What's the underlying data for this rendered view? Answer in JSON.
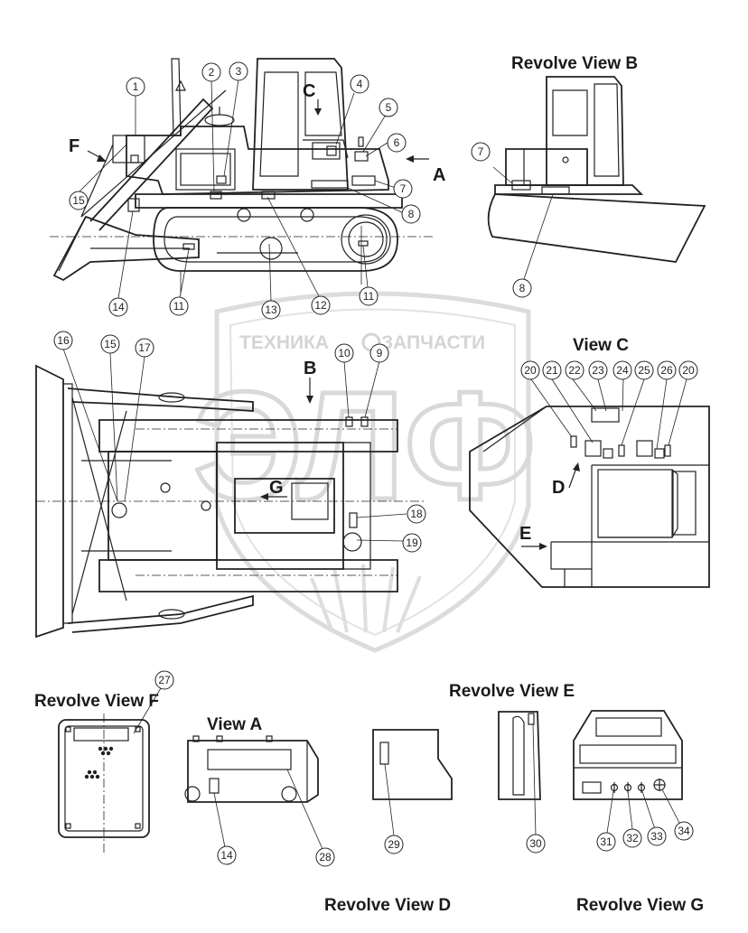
{
  "watermark": {
    "top_text_left": "ТЕХНИКА",
    "top_text_right": "ЗАПЧАСТИ",
    "big_text": "ЭЛФ"
  },
  "view_titles": {
    "revolve_b": "Revolve View B",
    "view_c": "View C",
    "revolve_f": "Revolve View F",
    "view_a": "View A",
    "revolve_e": "Revolve View E",
    "revolve_d": "Revolve View D",
    "revolve_g": "Revolve View G"
  },
  "direction_letters": {
    "a": "A",
    "b": "B",
    "c": "C",
    "d": "D",
    "e": "E",
    "f": "F",
    "g": "G"
  },
  "callouts": {
    "side_view": [
      "1",
      "2",
      "3",
      "4",
      "5",
      "6",
      "7",
      "8",
      "11",
      "11",
      "12",
      "13",
      "14",
      "15"
    ],
    "revolve_b": [
      "7",
      "8"
    ],
    "top_view": [
      "16",
      "15",
      "17",
      "10",
      "9",
      "18",
      "19"
    ],
    "view_c": [
      "20",
      "21",
      "22",
      "23",
      "24",
      "25",
      "26",
      "20"
    ],
    "revolve_f": [
      "27"
    ],
    "view_a": [
      "14",
      "28"
    ],
    "revolve_d": [
      "29"
    ],
    "revolve_e": [
      "30"
    ],
    "revolve_g": [
      "31",
      "32",
      "33",
      "34"
    ]
  }
}
